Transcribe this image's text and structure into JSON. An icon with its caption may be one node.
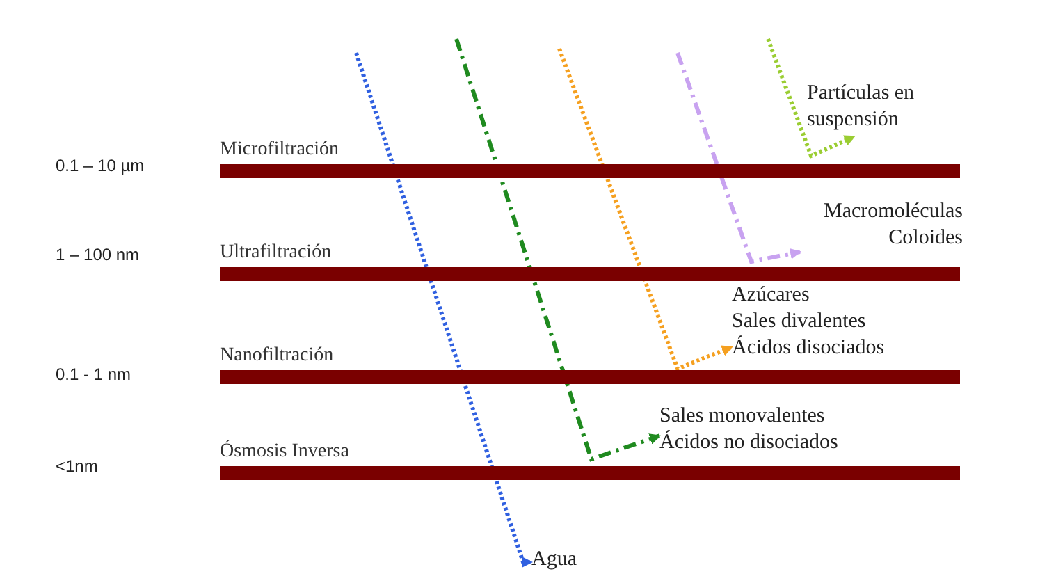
{
  "diagram": {
    "nodes": [
      {
        "text": [
          "Microfiltración"
        ]
      },
      {
        "text": [
          "Ultrafiltración"
        ]
      },
      {
        "text": [
          "Nanofiltración"
        ]
      },
      {
        "text": [
          "Ósmosis Inversa"
        ]
      },
      {
        "text": [
          "Partículas en suspensión"
        ]
      },
      {
        "text": [
          "Macromoléculas Coloides"
        ]
      },
      {
        "text": [
          "Azúcares",
          "Sales divalentes",
          "Ácidos disociados"
        ]
      },
      {
        "text": [
          "Sales monovalentes",
          "Ácidos no disociados"
        ]
      },
      {
        "text": [
          "Agua"
        ]
      }
    ],
    "edges": [
      {
        "from": null,
        "to": 4,
        "arrow": "to",
        "color": "#9acd32"
      },
      {
        "from": null,
        "to": 5,
        "arrow": "to",
        "style": "dashed",
        "color": "#c8a2f0"
      },
      {
        "from": null,
        "to": 6,
        "arrow": "to",
        "color": "#f5a020"
      },
      {
        "from": null,
        "to": 7,
        "arrow": "to",
        "style": "dashed",
        "color": "#1f8a1f"
      },
      {
        "from": null,
        "to": 8,
        "arrow": "to",
        "color": "#3060e0"
      }
    ],
    "labels": [
      "0.1 – 10 µm",
      "1 – 100 nm",
      "0.1 - 1 nm",
      "<1nm"
    ]
  }
}
